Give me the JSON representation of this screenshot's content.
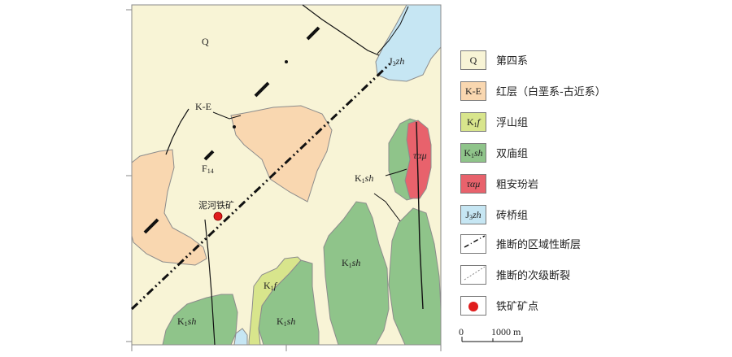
{
  "map": {
    "labels": {
      "q": "Q",
      "ke": "K-E",
      "fault": "F",
      "fault_sub": "14",
      "deposit": "泥河铁矿",
      "j3zh": {
        "main": "J",
        "sub": "3",
        "ital": "zh"
      },
      "k1sh": {
        "main": "K",
        "sub": "1",
        "ital": "sh"
      },
      "k1f": {
        "main": "K",
        "sub": "1",
        "ital": "f"
      },
      "tau": "ταμ"
    },
    "colors": {
      "quaternary": "#f8f4d6",
      "red_beds": "#f9d7b0",
      "fushan": "#d8e58c",
      "shuangmiao": "#8fc48a",
      "porphyry": "#e8626c",
      "zhuanqiao": "#c6e6f3",
      "deposit": "#e01d1d"
    }
  },
  "legend": {
    "items": [
      {
        "symbol": "Q",
        "label": "第四系"
      },
      {
        "symbol": "K-E",
        "label": "红层（白垩系-古近系）"
      },
      {
        "symbol_main": "K",
        "symbol_sub": "1",
        "symbol_ital": "f",
        "label": "浮山组"
      },
      {
        "symbol_main": "K",
        "symbol_sub": "1",
        "symbol_ital": "sh",
        "label": "双庙组"
      },
      {
        "symbol": "ταμ",
        "label": "粗安玢岩"
      },
      {
        "symbol_main": "J",
        "symbol_sub": "3",
        "symbol_ital": "zh",
        "label": "砖桥组"
      },
      {
        "label": "推断的区域性断层"
      },
      {
        "label": "推断的次级断裂"
      },
      {
        "label": "铁矿矿点"
      }
    ]
  },
  "scale": {
    "zero": "0",
    "distance": "1000 m"
  }
}
